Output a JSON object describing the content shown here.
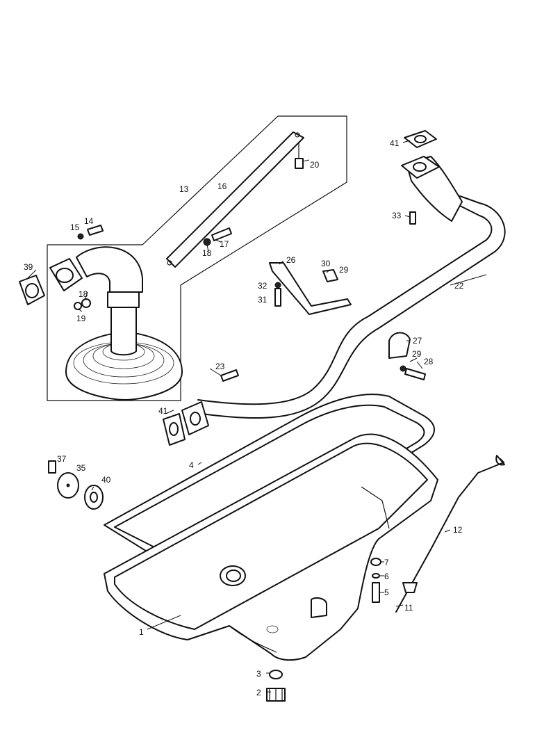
{
  "callouts": {
    "c1": "1",
    "c2": "2",
    "c3": "3",
    "c4": "4",
    "c5": "5",
    "c6": "6",
    "c7": "7",
    "c11": "11",
    "c12": "12",
    "c13": "13",
    "c14": "14",
    "c15": "15",
    "c16": "16",
    "c17": "17",
    "c18a": "18",
    "c18b": "18",
    "c19": "19",
    "c20": "20",
    "c22": "22",
    "c23": "23",
    "c26": "26",
    "c27": "27",
    "c28": "28",
    "c29a": "29",
    "c29b": "29",
    "c30": "30",
    "c31": "31",
    "c32": "32",
    "c33": "33",
    "c35": "35",
    "c37": "37",
    "c39": "39",
    "c40": "40",
    "c41a": "41",
    "c41b": "41"
  }
}
